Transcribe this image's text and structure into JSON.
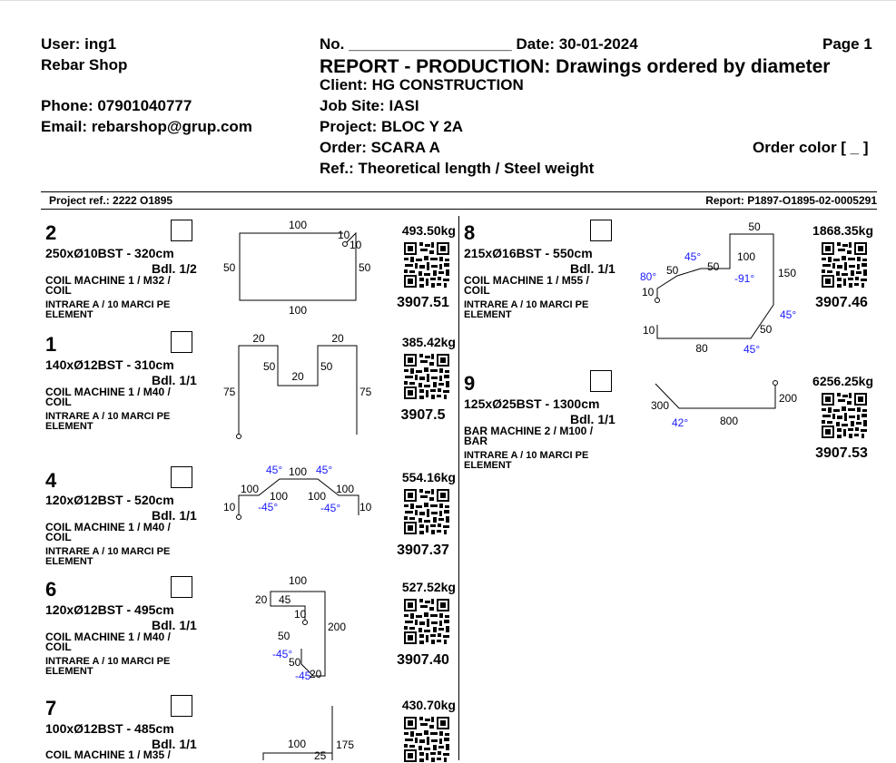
{
  "header": {
    "user": "User: ing1",
    "company": "Rebar Shop",
    "phone": "Phone: 07901040777",
    "email": "Email: rebarshop@grup.com",
    "no_line": "No. ___________________  Date: 30-01-2024",
    "page": "Page 1",
    "title": "REPORT - PRODUCTION: Drawings ordered by diameter",
    "client": "Client: HG CONSTRUCTION",
    "job_site": "Job Site: IASI",
    "project": "Project: BLOC Y 2A",
    "order": "Order: SCARA A",
    "order_color": "Order color [ _ ]",
    "ref": "Ref.: Theoretical length / Steel weight"
  },
  "refbar": {
    "project_ref": "Project ref.: 2222 O1895",
    "report": "Report: P1897-O1895-02-0005291"
  },
  "items": [
    {
      "num": "2",
      "spec": "250xØ10BST - 320cm",
      "bdl": "Bdl. 1/2",
      "machine": "COIL MACHINE 1 / M32 / COIL",
      "note": "INTRARE A / 10 MARCI PE ELEMENT",
      "weight": "493.50kg",
      "length": "3907.51",
      "labels": {
        "top": "100",
        "tr1": "10",
        "tr2": "10",
        "left": "50",
        "right": "50",
        "bottom": "100"
      }
    },
    {
      "num": "1",
      "spec": "140xØ12BST - 310cm",
      "bdl": "Bdl. 1/1",
      "machine": "COIL MACHINE 1 / M40 / COIL",
      "note": "INTRARE A / 10 MARCI PE ELEMENT",
      "weight": "385.42kg",
      "length": "3907.5",
      "labels": {
        "tl": "20",
        "tr": "20",
        "il": "50",
        "ir": "50",
        "mid": "20",
        "left": "75",
        "right": "75"
      }
    },
    {
      "num": "4",
      "spec": "120xØ12BST - 520cm",
      "bdl": "Bdl. 1/1",
      "machine": "COIL MACHINE 1 / M40 / COIL",
      "note": "INTRARE A / 10 MARCI PE ELEMENT",
      "weight": "554.16kg",
      "length": "3907.37",
      "labels": {
        "a1": "45°",
        "top": "100",
        "a2": "45°",
        "l100": "100",
        "s1": "100",
        "s2": "100",
        "r100": "100",
        "lv": "10",
        "a3": "-45°",
        "a4": "-45°",
        "rv": "10"
      }
    },
    {
      "num": "6",
      "spec": "120xØ12BST - 495cm",
      "bdl": "Bdl. 1/1",
      "machine": "COIL MACHINE 1 / M40 / COIL",
      "note": "INTRARE A / 10 MARCI PE ELEMENT",
      "weight": "527.52kg",
      "length": "3907.40",
      "labels": {
        "top": "100",
        "l20": "20",
        "l45": "45",
        "l10": "10",
        "l200": "200",
        "l50": "50",
        "a1": "-45°",
        "b50": "50",
        "a2": "-45",
        "b20": "20"
      }
    },
    {
      "num": "7",
      "spec": "100xØ12BST - 485cm",
      "bdl": "Bdl. 1/1",
      "machine": "COIL MACHINE 1 / M35 /",
      "note": "",
      "weight": "430.70kg",
      "length": "",
      "labels": {
        "top": "100",
        "r175": "175",
        "s25": "25"
      }
    },
    {
      "num": "8",
      "spec": "215xØ16BST - 550cm",
      "bdl": "Bdl. 1/1",
      "machine": "COIL MACHINE 1 / M55 / COIL",
      "note": "INTRARE A / 10 MARCI PE ELEMENT",
      "weight": "1868.35kg",
      "length": "3907.46",
      "labels": {
        "top50": "50",
        "a45": "45°",
        "s50a": "50",
        "s50b": "50",
        "i100": "100",
        "a80": "80°",
        "a91": "-91°",
        "r150": "150",
        "l10a": "10",
        "a45b": "45°",
        "s50c": "50",
        "l10b": "10",
        "b80": "80",
        "a45c": "45°"
      }
    },
    {
      "num": "9",
      "spec": "125xØ25BST - 1300cm",
      "bdl": "Bdl. 1/1",
      "machine": "BAR MACHINE 2 / M100 / BAR",
      "note": "INTRARE A / 10 MARCI PE ELEMENT",
      "weight": "6256.25kg",
      "length": "3907.53",
      "labels": {
        "l300": "300",
        "a42": "42°",
        "b800": "800",
        "r200": "200"
      }
    }
  ]
}
